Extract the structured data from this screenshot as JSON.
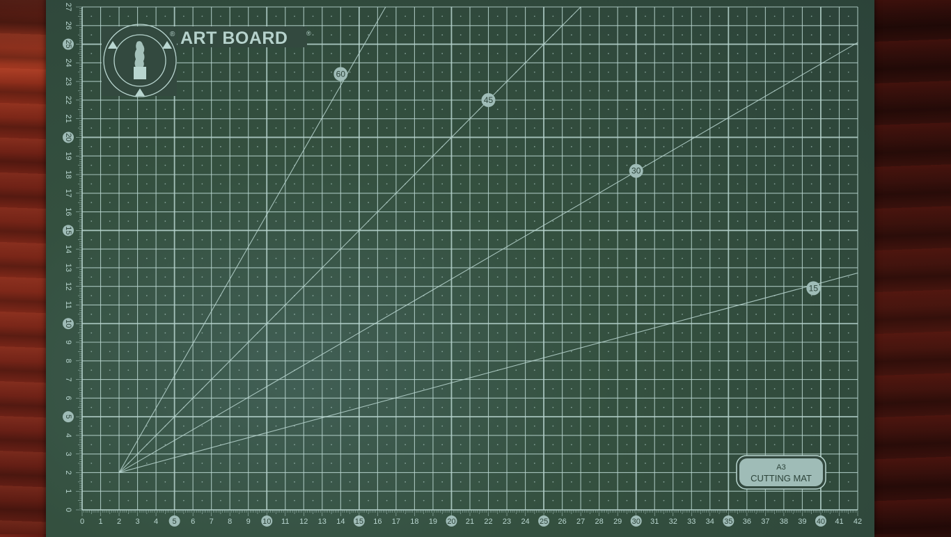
{
  "scene": {
    "subject": "A3 self-healing cutting mat photographed on a red wooden surface",
    "colors": {
      "mat": "#33493f",
      "grid_line": "#b9d6d0",
      "wood": "#7a2519",
      "badge_fill": "#9fbcb7",
      "badge_text": "#2c4339"
    }
  },
  "brand": {
    "name": "ART BOARD",
    "registered_mark": "®",
    "logo_icon": "statue-emblem-icon"
  },
  "product_label": {
    "size": "A3",
    "name": "CUTTING MAT"
  },
  "grid": {
    "x_max": 42,
    "y_max": 27,
    "unit": "cm",
    "bottom_ruler_labels": [
      "0",
      "1",
      "2",
      "3",
      "4",
      "5",
      "6",
      "7",
      "8",
      "9",
      "10",
      "11",
      "12",
      "13",
      "14",
      "15",
      "16",
      "17",
      "18",
      "19",
      "20",
      "21",
      "22",
      "23",
      "24",
      "25",
      "26",
      "27",
      "28",
      "29",
      "30",
      "31",
      "32",
      "33",
      "34",
      "35",
      "36",
      "37",
      "38",
      "39",
      "40",
      "41",
      "42"
    ],
    "left_ruler_labels": [
      "0",
      "1",
      "2",
      "3",
      "4",
      "5",
      "6",
      "7",
      "8",
      "9",
      "10",
      "11",
      "12",
      "13",
      "14",
      "15",
      "16",
      "17",
      "18",
      "19",
      "20",
      "21",
      "22",
      "23",
      "24",
      "25",
      "26",
      "27"
    ],
    "highlighted_every": 5
  },
  "angle_lines": {
    "origin": [
      2,
      2
    ],
    "labels": [
      {
        "angle": "60",
        "at": [
          14,
          23.4
        ]
      },
      {
        "angle": "45",
        "at": [
          22,
          22
        ]
      },
      {
        "angle": "30",
        "at": [
          30,
          18.2
        ]
      },
      {
        "angle": "15",
        "at": [
          39.6,
          11.9
        ]
      }
    ]
  }
}
